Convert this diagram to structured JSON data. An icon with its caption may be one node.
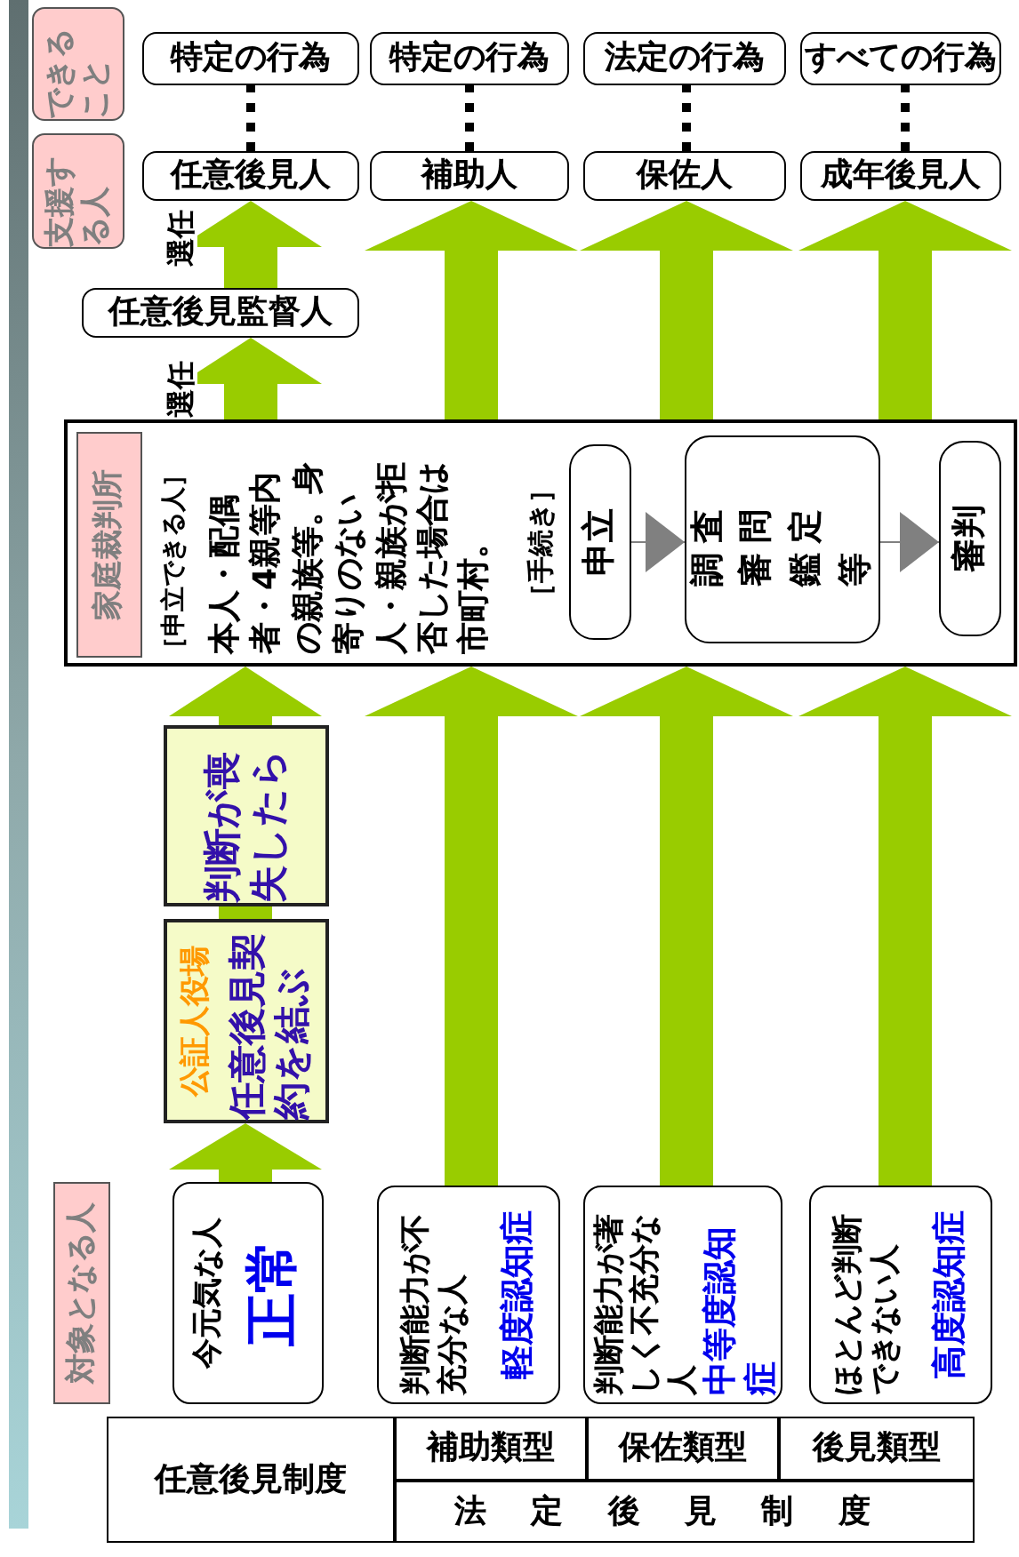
{
  "diagram": {
    "nodes": [
      {
        "text": [
          "できること"
        ]
      },
      {
        "text": [
          "支援する人"
        ]
      },
      {
        "text": [
          "特定の行為"
        ]
      },
      {
        "text": [
          "特定の行為"
        ]
      },
      {
        "text": [
          "法定の行為"
        ]
      },
      {
        "text": [
          "すべての行為"
        ]
      },
      {
        "text": [
          "任意後見人"
        ]
      },
      {
        "text": [
          "補助人"
        ]
      },
      {
        "text": [
          "保佐人"
        ]
      },
      {
        "text": [
          "成年後見人"
        ]
      },
      {
        "text": [
          "任意後見監督人"
        ]
      },
      {
        "text": [
          "［申立できる人］",
          "本人・配偶者・4親等内の親族等。身寄りのない人・親族が拒否した場合は市町村。",
          "［手続き］"
        ]
      },
      {
        "text": [
          "家庭裁判所"
        ],
        "in": 11
      },
      {
        "text": [
          "申立"
        ],
        "in": 11
      },
      {
        "text": [
          "調査審問鑑定等"
        ],
        "in": 11
      },
      {
        "text": [
          "審判"
        ],
        "in": 11
      },
      {
        "text": [
          "判断が喪失したら"
        ]
      },
      {
        "text": [
          "公証人役場",
          "任意後見契約を結ぶ"
        ]
      },
      {
        "text": [
          "対象となる人"
        ]
      },
      {
        "text": [
          "今元気な人",
          "正常"
        ]
      },
      {
        "text": [
          "判断能力が不充分な人",
          "軽度認知症"
        ]
      },
      {
        "text": [
          "判断能力が著しく不充分な人",
          "中等度認知症"
        ]
      },
      {
        "text": [
          "ほとんど判断できない人",
          "高度認知症"
        ]
      }
    ],
    "edges": [
      {
        "from": 6,
        "to": 2,
        "arrow": "none",
        "style": "dashed",
        "color": "#000000"
      },
      {
        "from": 7,
        "to": 3,
        "arrow": "none",
        "style": "dashed",
        "color": "#000000"
      },
      {
        "from": 8,
        "to": 4,
        "arrow": "none",
        "style": "dashed",
        "color": "#000000"
      },
      {
        "from": 9,
        "to": 5,
        "arrow": "none",
        "style": "dashed",
        "color": "#000000"
      },
      {
        "from": 10,
        "to": 6,
        "arrow": "to",
        "label": "選任"
      },
      {
        "from": 11,
        "to": 10,
        "arrow": "to",
        "label": "選任"
      },
      {
        "from": 11,
        "to": 7,
        "arrow": "to"
      },
      {
        "from": 11,
        "to": 8,
        "arrow": "to"
      },
      {
        "from": 11,
        "to": 9,
        "arrow": "to"
      },
      {
        "from": 13,
        "to": 14,
        "arrow": "to",
        "color": "#808080"
      },
      {
        "from": 14,
        "to": 15,
        "arrow": "to",
        "color": "#808080"
      },
      {
        "from": 19,
        "to": 17,
        "arrow": "to"
      },
      {
        "from": 17,
        "to": 16,
        "arrow": "none"
      },
      {
        "from": 16,
        "to": 11,
        "arrow": "to"
      },
      {
        "from": 20,
        "to": 11,
        "arrow": "to"
      },
      {
        "from": 21,
        "to": 11,
        "arrow": "to"
      },
      {
        "from": 22,
        "to": 11,
        "arrow": "to"
      }
    ],
    "labels": [
      "任意後見制度",
      "補助類型",
      "保佐類型",
      "後見類型",
      "法定後見制度"
    ]
  }
}
